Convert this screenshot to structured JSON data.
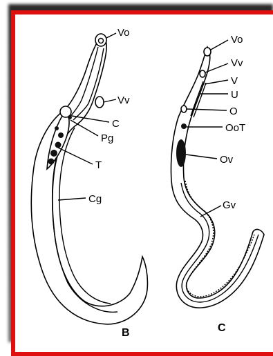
{
  "figure": {
    "male": {
      "panel_label": "B",
      "labels": {
        "vo": "Vo",
        "vv": "Vv",
        "c": "C",
        "pg": "Pg",
        "t": "T",
        "cg": "Cg"
      }
    },
    "female": {
      "panel_label": "C",
      "labels": {
        "vo": "Vo",
        "vv": "Vv",
        "v": "V",
        "u": "U",
        "o": "O",
        "oot": "OoT",
        "ov": "Ov",
        "gv": "Gv"
      }
    },
    "colors": {
      "frame": "#e01010",
      "shadow": "#3a3a3a",
      "ink": "#000000"
    }
  }
}
